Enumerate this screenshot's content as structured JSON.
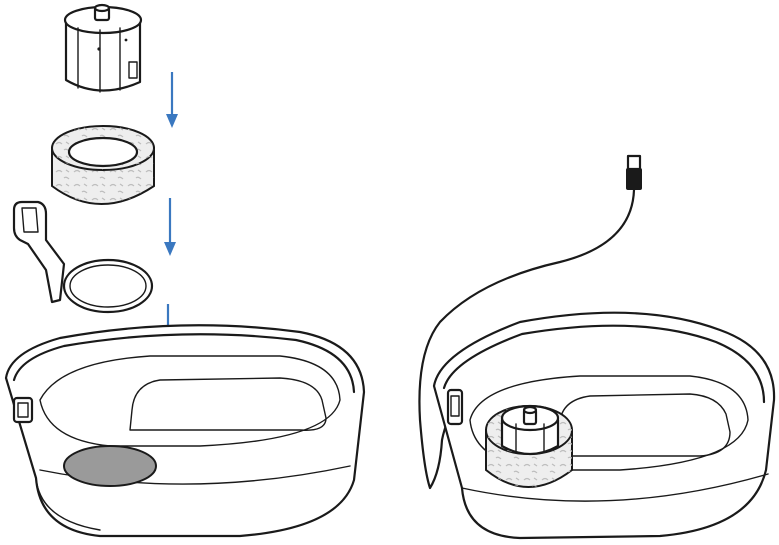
{
  "figure": {
    "panels": [
      {
        "id": "assembly-exploded",
        "parts": [
          "pump-motor",
          "filter-foam-ring",
          "pump-bracket-with-ring",
          "fountain-basin"
        ],
        "arrows": [
          "arrow-down",
          "arrow-down",
          "arrow-down"
        ]
      },
      {
        "id": "assembled-fountain",
        "parts": [
          "fountain-basin",
          "installed-pump",
          "usb-cable",
          "usb-plug"
        ]
      }
    ],
    "colors": {
      "arrow": "#3a78c0",
      "outline": "#1a1a1a",
      "foam": "#eeeeee",
      "basin-well": "#9a9a9a"
    }
  }
}
